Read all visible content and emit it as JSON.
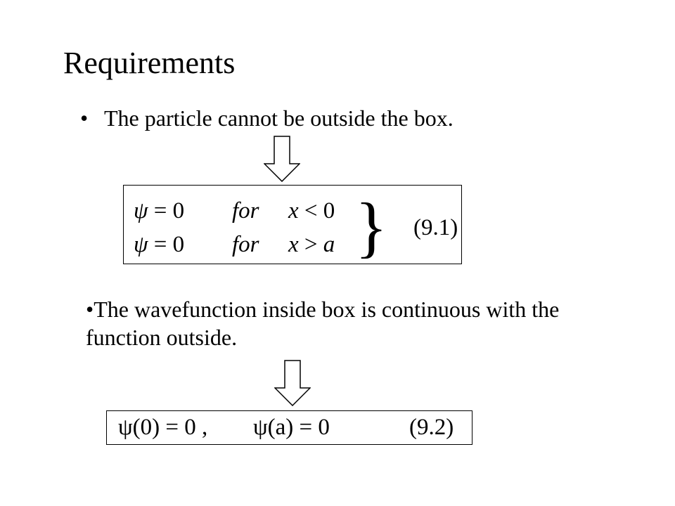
{
  "slide": {
    "title": "Requirements",
    "bullet1": {
      "marker": "•",
      "text": "The particle cannot be outside the box."
    },
    "bullet2": {
      "text": "•The wavefunction inside box is continuous with the function outside."
    },
    "equation_9_1": {
      "rows": [
        {
          "lhs": "ψ",
          "eq": "= 0",
          "cond_word": "for",
          "var": "x",
          "rel": "<",
          "rhs": "0"
        },
        {
          "lhs": "ψ",
          "eq": "= 0",
          "cond_word": "for",
          "var": "x",
          "rel": ">",
          "rhs": "a"
        }
      ],
      "brace": "}",
      "number": "(9.1)"
    },
    "equation_9_2": {
      "part1": "ψ(0) = 0 ,",
      "part2": "ψ(a) = 0",
      "number": "(9.2)"
    },
    "arrows": [
      "down-arrow-icon",
      "down-arrow-icon"
    ]
  }
}
